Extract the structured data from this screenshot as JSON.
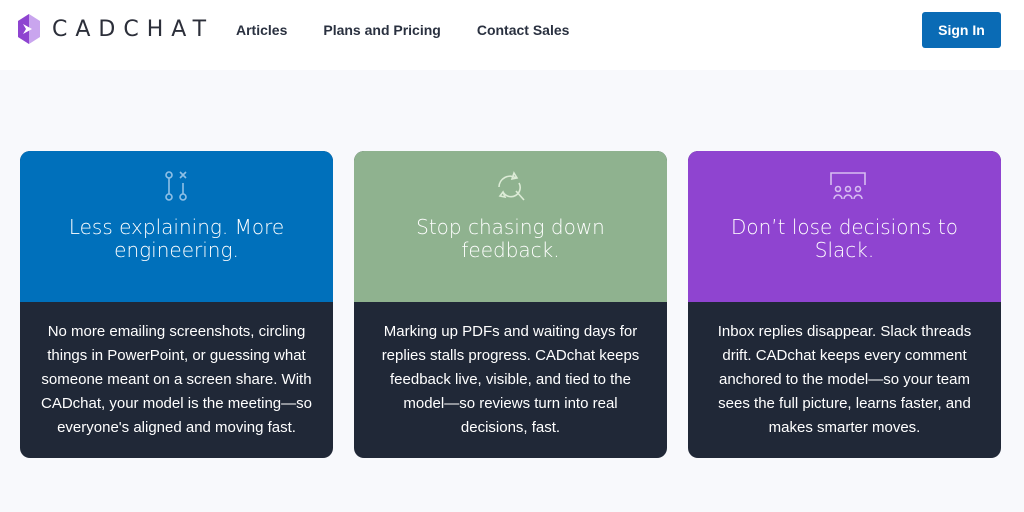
{
  "brand": {
    "name": "CADCHAT",
    "accent": "#8e44d0"
  },
  "nav": {
    "links": [
      "Articles",
      "Plans and Pricing",
      "Contact Sales"
    ],
    "signin": "Sign In"
  },
  "cards": [
    {
      "icon": "git-compare-icon",
      "color": "#0070bb",
      "title": "Less explaining. More engineering.",
      "body": "No more emailing screenshots, circling things in PowerPoint, or guessing what someone meant on a screen share. With CADchat, your model is the meeting—so everyone's aligned and moving fast."
    },
    {
      "icon": "refresh-search-icon",
      "color": "#8fb28f",
      "title": "Stop chasing down feedback.",
      "body": "Marking up PDFs and waiting days for replies stalls progress. CADchat keeps feedback live, visible, and tied to the model—so reviews turn into real decisions, fast."
    },
    {
      "icon": "presentation-users-icon",
      "color": "#8f44d0",
      "title": "Don’t lose decisions to Slack.",
      "body": "Inbox replies disappear. Slack threads drift. CADchat keeps every comment anchored to the model—so your team sees the full picture, learns faster, and makes smarter moves."
    }
  ]
}
